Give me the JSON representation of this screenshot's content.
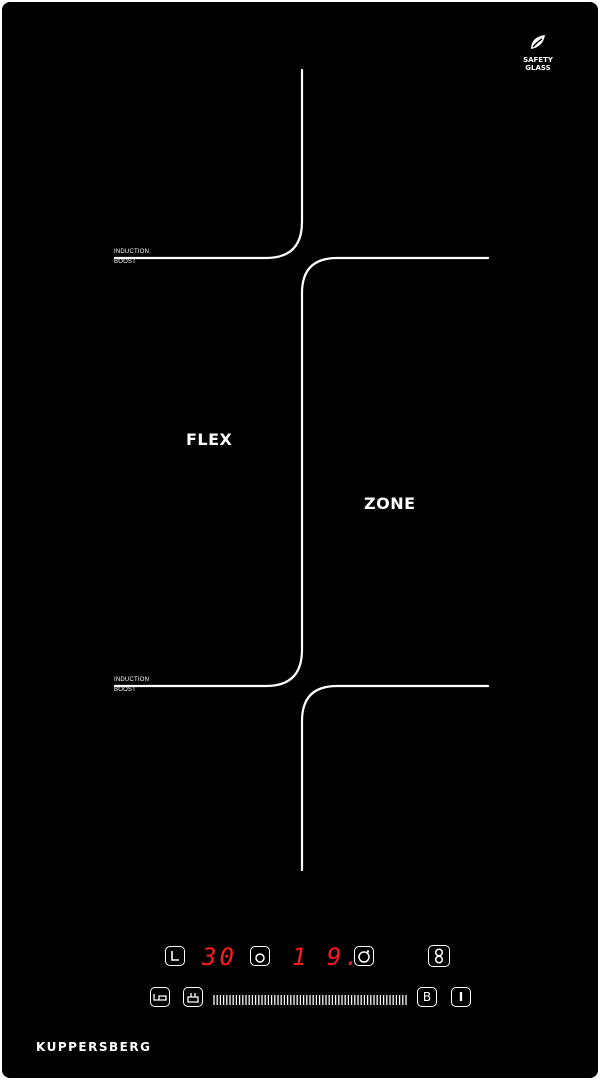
{
  "badge": {
    "line1": "SAFETY",
    "line2": "GLASS"
  },
  "zones": {
    "upper_marker": {
      "line1": "INDUCTION",
      "line2": "BOOST"
    },
    "lower_marker": {
      "line1": "INDUCTION",
      "line2": "BOOST"
    },
    "flex_label": "FLEX",
    "zone_label": "ZONE"
  },
  "controls": {
    "timer_display": "30",
    "power_display": "1 9.",
    "boost_label": "B",
    "power_label": "I"
  },
  "brand": "KUPPERSBERG",
  "colors": {
    "glass": "#000000",
    "print": "#ffffff",
    "led": "#ff1a1a"
  },
  "icons": [
    "timer-icon",
    "pot-small-icon",
    "pot-large-icon",
    "flex-bridge-icon",
    "keep-warm-icon",
    "lock-icon",
    "boost-icon",
    "power-icon"
  ]
}
